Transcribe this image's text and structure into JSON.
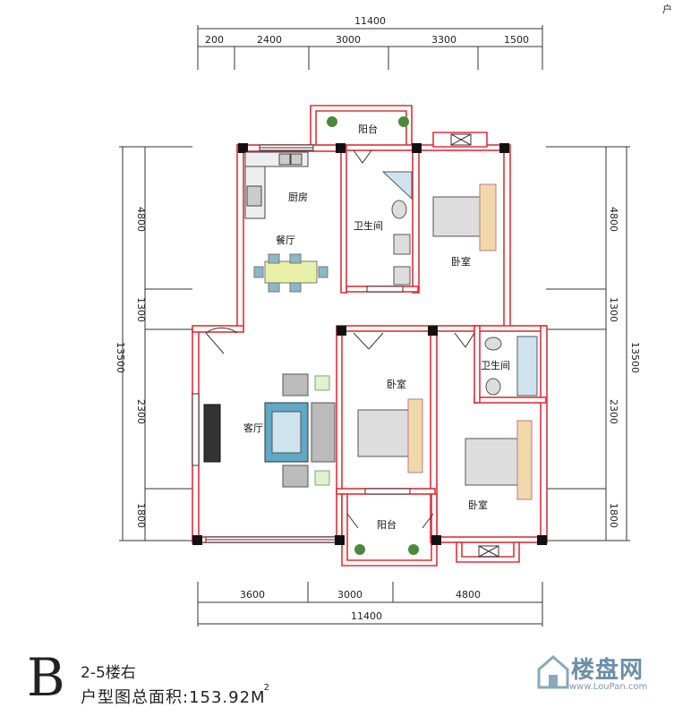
{
  "corner_text": "户",
  "top_dims": {
    "total": "11400",
    "segments": [
      "200",
      "2400",
      "3000",
      "3300",
      "1500"
    ]
  },
  "bottom_dims": {
    "total": "11400",
    "segments": [
      "3600",
      "3000",
      "4800"
    ]
  },
  "left_dims": {
    "total": "13500",
    "segments": [
      "4800",
      "1300",
      "2300",
      "1800"
    ]
  },
  "right_dims": {
    "total": "13500",
    "segments": [
      "4800",
      "1300",
      "2300",
      "1800"
    ]
  },
  "rooms": {
    "balcony_top": "阳台",
    "kitchen": "厨房",
    "bathroom_top": "卫生间",
    "bedroom_top_right": "卧室",
    "dining": "餐厅",
    "living": "客厅",
    "bedroom_middle": "卧室",
    "bathroom_right": "卫生间",
    "bedroom_bottom_right": "卧室",
    "balcony_bottom": "阳台"
  },
  "unit": {
    "letter": "B",
    "floors": "2-5楼右",
    "area_text": "户型图总面积:153.92M",
    "area_sup": "2"
  },
  "logo": {
    "name": "楼盘网",
    "url": "www.LouPan.com"
  },
  "colors": {
    "wall_outline": "#e0303a",
    "wall_fill": "#ffffff",
    "pillar": "#111111",
    "floor_accent": "#5fa8c8"
  }
}
